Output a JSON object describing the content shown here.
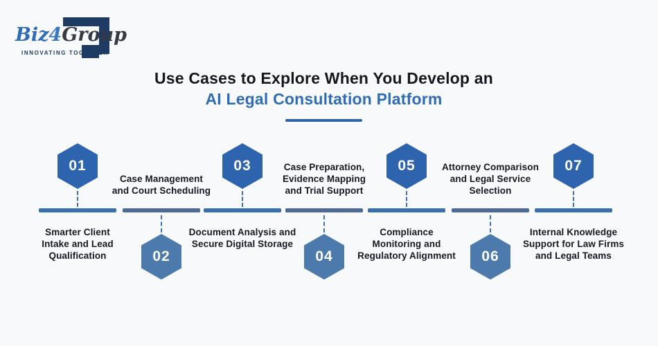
{
  "logo": {
    "brand_part1": "Biz",
    "brand_part2": "4",
    "brand_part3": "Group",
    "tagline": "INNOVATING TOGETHER",
    "navy": "#1e3b63"
  },
  "title": {
    "line1": "Use Cases to Explore When You Develop an",
    "line2": "AI Legal Consultation Platform",
    "accent_color": "#2f6cb3",
    "text_color": "#16171d"
  },
  "colors": {
    "background": "#f8f9fb",
    "hexagon_top": "#2d64ad",
    "hexagon_bottom": "#4d7aad",
    "bar_bright": "#3a6fb1",
    "bar_muted": "#4e6a9b",
    "connector": "#3f72b5",
    "label_text": "#17181f",
    "underline": "#2e64a8"
  },
  "timeline": {
    "items": [
      {
        "number": "01",
        "hex_position": "top",
        "label": "Smarter Client Intake and Lead Qualification",
        "lines": [
          "Smarter Client",
          "Intake and Lead",
          "Qualification"
        ]
      },
      {
        "number": "02",
        "hex_position": "bottom",
        "label": "Case Management and Court Scheduling",
        "lines": [
          "Case Management",
          "and Court Scheduling"
        ]
      },
      {
        "number": "03",
        "hex_position": "top",
        "label": "Document Analysis and Secure Digital Storage",
        "lines": [
          "Document Analysis and",
          "Secure Digital Storage"
        ]
      },
      {
        "number": "04",
        "hex_position": "bottom",
        "label": "Case Preparation, Evidence Mapping and Trial Support",
        "lines": [
          "Case Preparation,",
          "Evidence Mapping",
          "and Trial Support"
        ]
      },
      {
        "number": "05",
        "hex_position": "top",
        "label": "Compliance Monitoring and Regulatory Alignment",
        "lines": [
          "Compliance",
          "Monitoring and",
          "Regulatory Alignment"
        ]
      },
      {
        "number": "06",
        "hex_position": "bottom",
        "label": "Attorney Comparison and Legal Service Selection",
        "lines": [
          "Attorney Comparison",
          "and Legal Service",
          "Selection"
        ]
      },
      {
        "number": "07",
        "hex_position": "top",
        "label": "Internal Knowledge Support for Law Firms and Legal Teams",
        "lines": [
          "Internal Knowledge",
          "Support for Law Firms",
          "and Legal Teams"
        ]
      }
    ]
  }
}
